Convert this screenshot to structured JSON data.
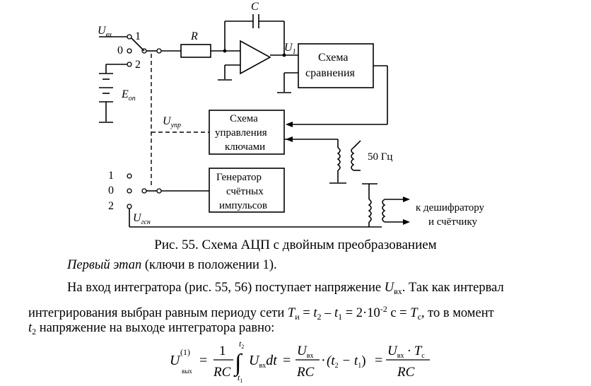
{
  "diagram": {
    "labels": {
      "u_in": "U",
      "u_in_sub": "вх",
      "sw_pos_1": "1",
      "sw_pos_0": "0",
      "sw_pos_2": "2",
      "resistor": "R",
      "capacitor": "C",
      "u1": "U",
      "u1_sub": "1",
      "e_ref": "E",
      "e_ref_sub": "оп",
      "u_ctrl": "U",
      "u_ctrl_sub": "упр",
      "compare_line1": "Схема",
      "compare_line2": "сравнения",
      "control_line1": "Схема",
      "control_line2": "управления",
      "control_line3": "ключами",
      "gen_line1": "Генератор",
      "gen_line2": "счётных",
      "gen_line3": "импульсов",
      "freq": "50 Гц",
      "sw2_pos_1": "1",
      "sw2_pos_0": "0",
      "sw2_pos_2": "2",
      "u_gen": "U",
      "u_gen_sub": "гсн",
      "out_line1": "к дешифратору",
      "out_line2": "и счётчику"
    }
  },
  "caption": "Рис. 55. Схема АЦП с двойным преобразованием",
  "paragraphs": {
    "p1_italic": "Первый этап",
    "p1_rest": " (ключи в положении 1).",
    "p2": "На вход интегратора (рис. 55, 56) поступает напряжение ",
    "p2_var": "U",
    "p2_sub": "вх",
    "p2_end": ". Так как интервал",
    "p3_a": "интегрирования выбран равным периоду сети ",
    "p3_T": "T",
    "p3_Tsub": "и",
    "p3_b": " = ",
    "p3_t2": "t",
    "p3_t2sub": "2",
    "p3_c": " – ",
    "p3_t1": "t",
    "p3_t1sub": "1",
    "p3_d": " = 2·10",
    "p3_exp": "-2",
    "p3_e": " с = ",
    "p3_Tc": "T",
    "p3_Tcsub": "с",
    "p3_f": ", то в момент",
    "p4_t": "t",
    "p4_tsub": "2",
    "p4_rest": " напряжение на выходе интегратора равно:"
  },
  "formula": {
    "lhs": "U",
    "lhs_sup": "(1)",
    "lhs_sub": "вых",
    "eq": "=",
    "one": "1",
    "rc": "RC",
    "int_upper": "t",
    "int_upper_sub": "2",
    "int_lower": "t",
    "int_lower_sub": "1",
    "integrand": "U",
    "integrand_sub": "вх",
    "dt": "dt",
    "frac2_num": "U",
    "frac2_num_sub": "вх",
    "frac2_den": "RC",
    "dot": "·",
    "paren": "(t",
    "paren_t2sub": "2",
    "minus": " − t",
    "paren_t1sub": "1",
    "close": ")",
    "frac3_num_u": "U",
    "frac3_num_usub": "вх",
    "frac3_num_dot": " · T",
    "frac3_num_tsub": "с",
    "frac3_den": "RC"
  }
}
